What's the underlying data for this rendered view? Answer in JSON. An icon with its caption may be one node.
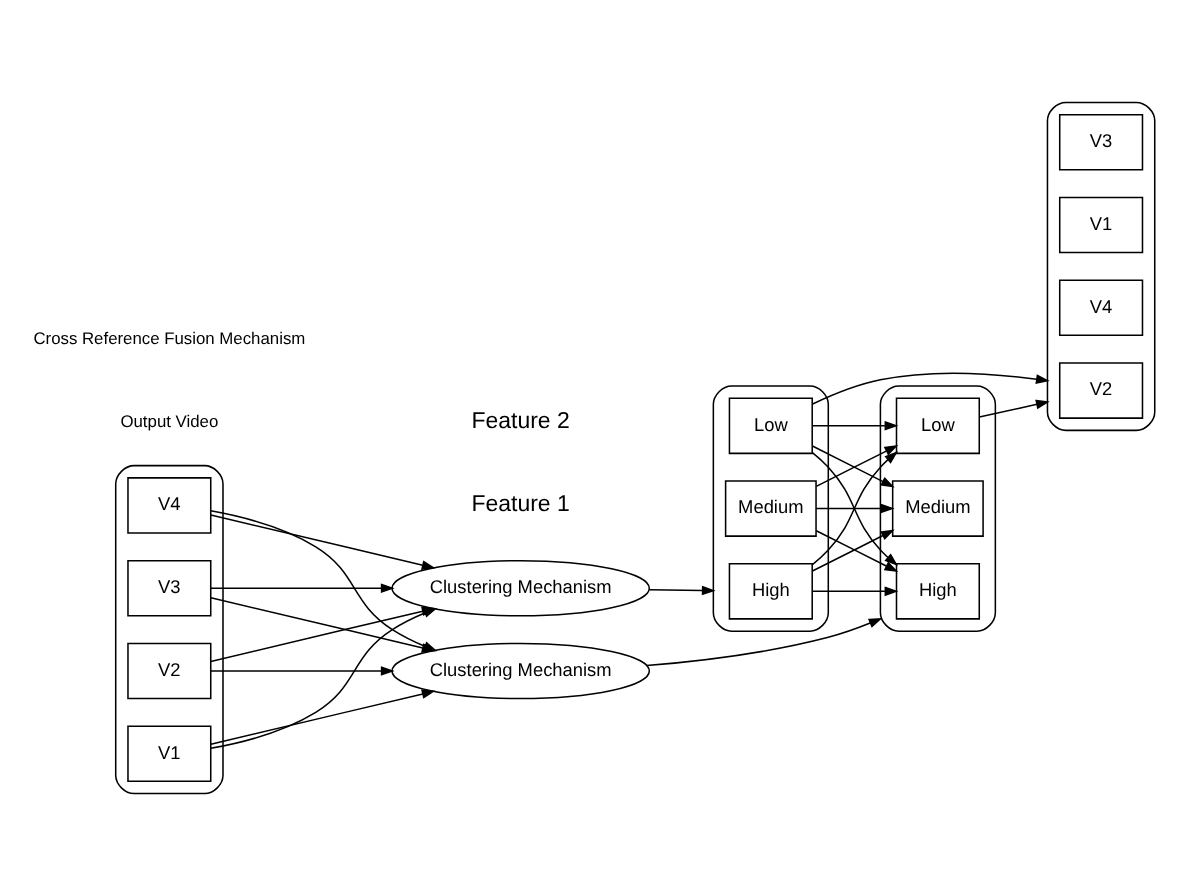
{
  "diagram": {
    "nodes": [
      {
        "text": [],
        "shape": "box"
      },
      {
        "text": [
          "V1"
        ],
        "in": 0
      },
      {
        "text": [
          "V2"
        ],
        "in": 0
      },
      {
        "text": [
          "V3"
        ],
        "in": 0
      },
      {
        "text": [
          "V4"
        ],
        "in": 0
      },
      {
        "text": [
          "Clustering Mechanism"
        ]
      },
      {
        "text": [
          "Clustering Mechanism"
        ]
      },
      {
        "text": [],
        "shape": "box"
      },
      {
        "text": [
          "High"
        ],
        "in": 7
      },
      {
        "text": [
          "Medium"
        ],
        "in": 7
      },
      {
        "text": [
          "Low"
        ],
        "in": 7
      },
      {
        "text": [],
        "shape": "box"
      },
      {
        "text": [
          "High"
        ],
        "in": 11
      },
      {
        "text": [
          "Medium"
        ],
        "in": 11
      },
      {
        "text": [
          "Low"
        ],
        "in": 11
      },
      {
        "text": [],
        "shape": "box"
      },
      {
        "text": [
          "V2"
        ],
        "in": 15
      },
      {
        "text": [
          "V4"
        ],
        "in": 15
      },
      {
        "text": [
          "V1"
        ],
        "in": 15
      },
      {
        "text": [
          "V3"
        ],
        "in": 15
      }
    ],
    "edges": [
      {
        "from": 1,
        "to": 5,
        "arrow": "to"
      },
      {
        "from": 1,
        "to": 6,
        "arrow": "to"
      },
      {
        "from": 2,
        "to": 5,
        "arrow": "to"
      },
      {
        "from": 2,
        "to": 6,
        "arrow": "to"
      },
      {
        "from": 3,
        "to": 5,
        "arrow": "to"
      },
      {
        "from": 3,
        "to": 6,
        "arrow": "to"
      },
      {
        "from": 4,
        "to": 5,
        "arrow": "to"
      },
      {
        "from": 4,
        "to": 6,
        "arrow": "to"
      },
      {
        "from": 5,
        "to": 7,
        "arrow": "to"
      },
      {
        "from": 6,
        "to": 11,
        "arrow": "to"
      },
      {
        "from": 8,
        "to": 12,
        "arrow": "to"
      },
      {
        "from": 8,
        "to": 13,
        "arrow": "to"
      },
      {
        "from": 8,
        "to": 14,
        "arrow": "to"
      },
      {
        "from": 9,
        "to": 12,
        "arrow": "to"
      },
      {
        "from": 9,
        "to": 13,
        "arrow": "to"
      },
      {
        "from": 9,
        "to": 14,
        "arrow": "to"
      },
      {
        "from": 10,
        "to": 12,
        "arrow": "to"
      },
      {
        "from": 10,
        "to": 13,
        "arrow": "to"
      },
      {
        "from": 10,
        "to": 14,
        "arrow": "to"
      },
      {
        "from": 10,
        "to": 15,
        "arrow": "to"
      },
      {
        "from": 14,
        "to": 15,
        "arrow": "to"
      }
    ],
    "labels": [
      "Feature 1",
      "Feature 2",
      "Output Video",
      "Cross Reference Fusion Mechanism"
    ]
  }
}
